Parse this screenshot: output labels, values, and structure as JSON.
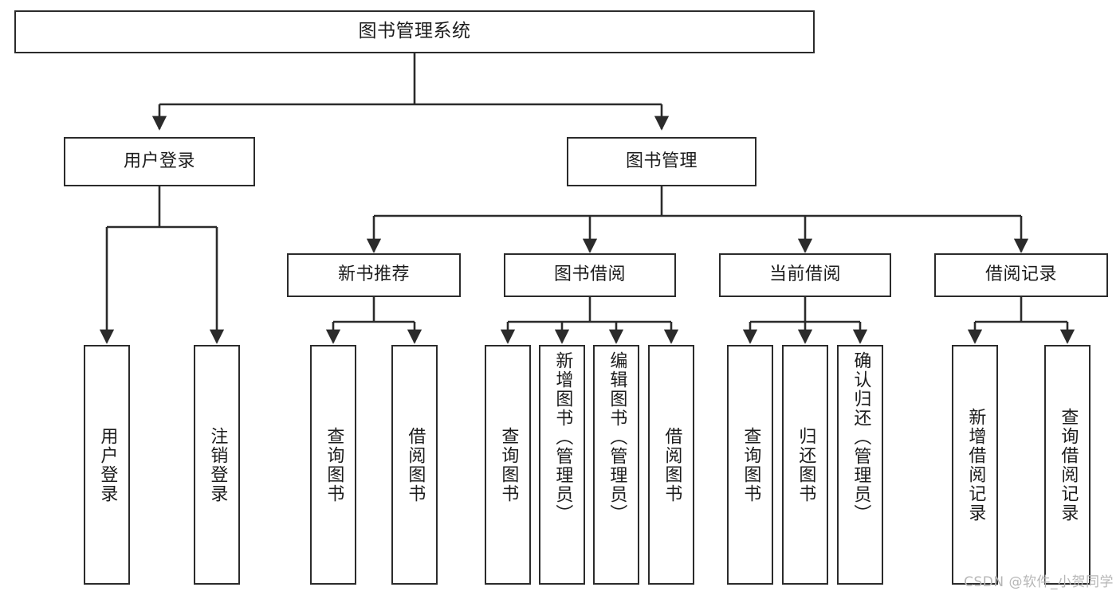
{
  "diagram": {
    "title": "图书管理系统",
    "type": "tree-hierarchy",
    "colors": {
      "box_border": "#2b2b2b",
      "box_fill": "#ffffff",
      "edge": "#2b2b2b",
      "text": "#1c1c1c",
      "watermark": "#b6b6b6",
      "background": "#ffffff"
    }
  },
  "watermark": {
    "text": "CSDN @软件_小贺同学"
  },
  "nodes": {
    "root": {
      "label": "图书管理系统"
    },
    "level2": [
      {
        "label": "用户登录"
      },
      {
        "label": "图书管理"
      }
    ],
    "level3": [
      {
        "label": "新书推荐"
      },
      {
        "label": "图书借阅"
      },
      {
        "label": "当前借阅"
      },
      {
        "label": "借阅记录"
      }
    ],
    "leaves_user_login": [
      {
        "label": "用户登录"
      },
      {
        "label": "注销登录"
      }
    ],
    "leaves_new_book": [
      {
        "label": "查询图书"
      },
      {
        "label": "借阅图书"
      }
    ],
    "leaves_borrow": [
      {
        "label": "查询图书"
      },
      {
        "label": "新增图书（管理员）"
      },
      {
        "label": "编辑图书（管理员）"
      },
      {
        "label": "借阅图书"
      }
    ],
    "leaves_current": [
      {
        "label": "查询图书"
      },
      {
        "label": "归还图书"
      },
      {
        "label": "确认归还（管理员）"
      }
    ],
    "leaves_record": [
      {
        "label": "新增借阅记录"
      },
      {
        "label": "查询借阅记录"
      }
    ]
  }
}
